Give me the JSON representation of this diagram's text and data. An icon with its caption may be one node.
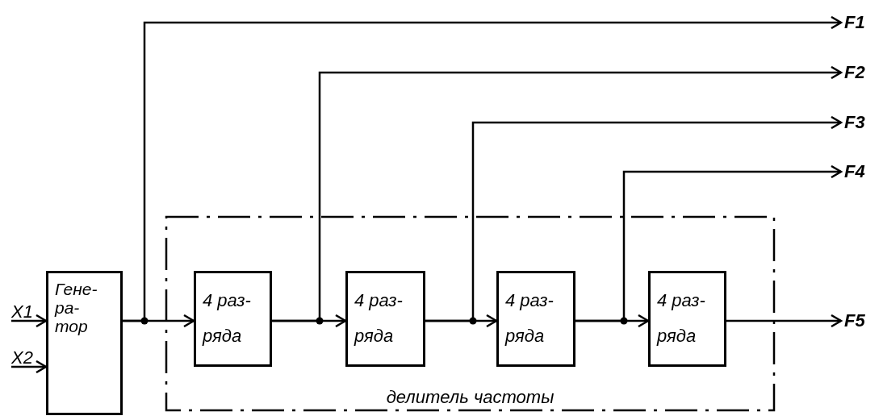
{
  "diagram": {
    "nodes": [
      {
        "text": [
          "X1"
        ]
      },
      {
        "text": [
          "X2"
        ]
      },
      {
        "text": [
          "Гене- ра- тор"
        ]
      },
      {
        "text": [
          "делитель частоты"
        ]
      },
      {
        "text": [
          "4 раз- ряда"
        ],
        "in": 3
      },
      {
        "text": [
          "4 раз- ряда"
        ],
        "in": 3
      },
      {
        "text": [
          "4 раз- ряда"
        ],
        "in": 3
      },
      {
        "text": [
          "4 раз- ряда"
        ],
        "in": 3
      },
      {
        "text": [
          "F1"
        ]
      },
      {
        "text": [
          "F2"
        ]
      },
      {
        "text": [
          "F3"
        ]
      },
      {
        "text": [
          "F4"
        ]
      },
      {
        "text": [
          "F5"
        ]
      }
    ],
    "edges": [
      {
        "from": 0,
        "to": 2,
        "arrow": "to"
      },
      {
        "from": 1,
        "to": 2,
        "arrow": "to"
      },
      {
        "from": 2,
        "to": 4,
        "arrow": "to"
      },
      {
        "from": 4,
        "to": 5,
        "arrow": "to"
      },
      {
        "from": 5,
        "to": 6,
        "arrow": "to"
      },
      {
        "from": 6,
        "to": 7,
        "arrow": "to"
      },
      {
        "from": 7,
        "to": 12,
        "arrow": "to"
      },
      {
        "from": 2,
        "to": 8,
        "arrow": "to"
      },
      {
        "from": 4,
        "to": 9,
        "arrow": "to"
      },
      {
        "from": 5,
        "to": 10,
        "arrow": "to"
      },
      {
        "from": 6,
        "to": 11,
        "arrow": "to"
      }
    ]
  }
}
